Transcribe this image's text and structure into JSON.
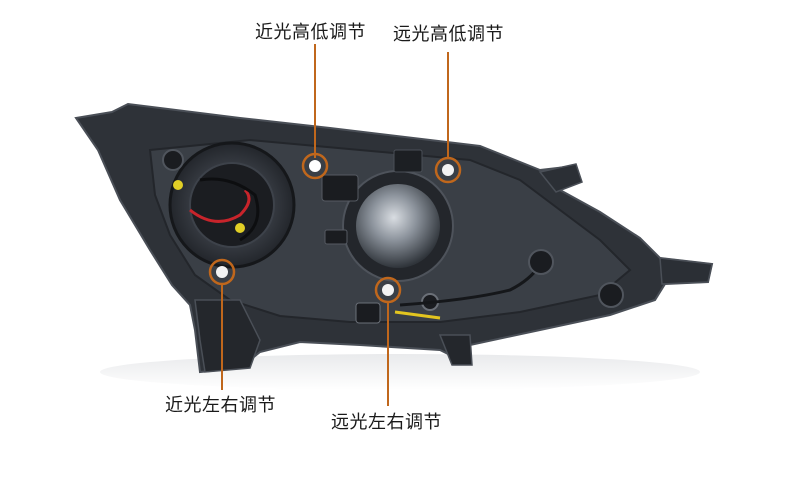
{
  "labels": {
    "low_beam_height": "近光高低调节",
    "high_beam_height": "远光高低调节",
    "low_beam_lateral": "近光左右调节",
    "high_beam_lateral": "远光左右调节"
  },
  "colors": {
    "callout": "#c0671c",
    "housing": "#2e3238",
    "housing_dark": "#1c1f23",
    "housing_edge": "#4a4f57"
  }
}
